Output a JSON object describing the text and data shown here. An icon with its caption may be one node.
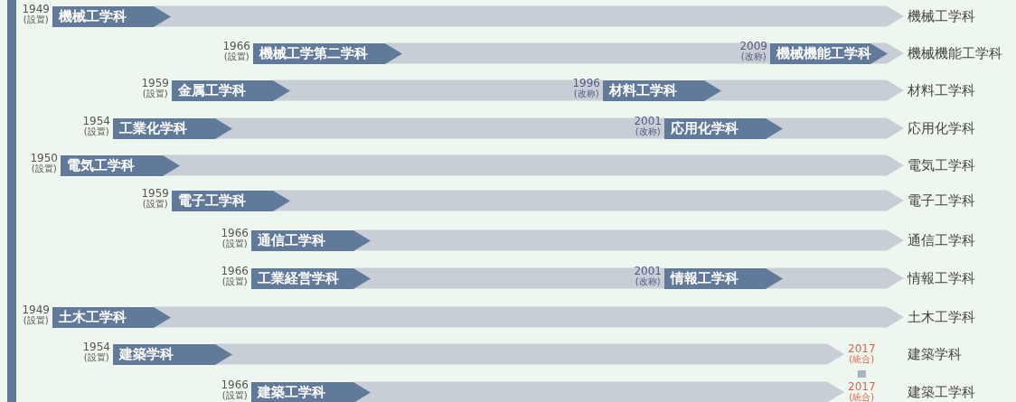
{
  "diagram": {
    "nodes": [
      {
        "text": [
          "機械工学科"
        ],
        "beside": [
          "1949",
          "(設置)"
        ]
      },
      {
        "text": [
          "機械工学科"
        ]
      },
      {
        "text": [
          "機械工学第二学科"
        ],
        "beside": [
          "1966",
          "(設置)"
        ]
      },
      {
        "text": [
          "機械機能工学科"
        ],
        "beside": [
          "2009",
          "(改称)"
        ]
      },
      {
        "text": [
          "機械機能工学科"
        ]
      },
      {
        "text": [
          "金属工学科"
        ],
        "beside": [
          "1959",
          "(設置)"
        ]
      },
      {
        "text": [
          "材料工学科"
        ],
        "beside": [
          "1996",
          "(改称)"
        ]
      },
      {
        "text": [
          "材料工学科"
        ]
      },
      {
        "text": [
          "工業化学科"
        ],
        "beside": [
          "1954",
          "(設置)"
        ]
      },
      {
        "text": [
          "応用化学科"
        ],
        "beside": [
          "2001",
          "(改称)"
        ]
      },
      {
        "text": [
          "応用化学科"
        ]
      },
      {
        "text": [
          "電気工学科"
        ],
        "beside": [
          "1950",
          "(設置)"
        ]
      },
      {
        "text": [
          "電気工学科"
        ]
      },
      {
        "text": [
          "電子工学科"
        ],
        "beside": [
          "1959",
          "(設置)"
        ]
      },
      {
        "text": [
          "電子工学科"
        ]
      },
      {
        "text": [
          "通信工学科"
        ],
        "beside": [
          "1966",
          "(設置)"
        ]
      },
      {
        "text": [
          "通信工学科"
        ]
      },
      {
        "text": [
          "工業経営学科"
        ],
        "beside": [
          "1966",
          "(設置)"
        ]
      },
      {
        "text": [
          "情報工学科"
        ],
        "beside": [
          "2001",
          "(改称)"
        ]
      },
      {
        "text": [
          "情報工学科"
        ]
      },
      {
        "text": [
          "土木工学科"
        ],
        "beside": [
          "1949",
          "(設置)"
        ]
      },
      {
        "text": [
          "土木工学科"
        ]
      },
      {
        "text": [
          "建築学科"
        ],
        "beside": [
          "1954",
          "(設置)"
        ]
      },
      {
        "text": [
          "2017",
          "(統合)"
        ]
      },
      {
        "text": [
          "建築工学科"
        ],
        "beside": [
          "1966",
          "(設置)"
        ]
      },
      {
        "text": [
          "2017",
          "(統合)"
        ]
      }
    ],
    "edges": [
      {
        "from": 0,
        "to": 1,
        "arrow": "to"
      },
      {
        "from": 2,
        "to": 3,
        "arrow": "none"
      },
      {
        "from": 3,
        "to": 4,
        "arrow": "to"
      },
      {
        "from": 5,
        "to": 6,
        "arrow": "none"
      },
      {
        "from": 6,
        "to": 7,
        "arrow": "to"
      },
      {
        "from": 8,
        "to": 9,
        "arrow": "none"
      },
      {
        "from": 9,
        "to": 10,
        "arrow": "to"
      },
      {
        "from": 11,
        "to": 12,
        "arrow": "to"
      },
      {
        "from": 13,
        "to": 14,
        "arrow": "to"
      },
      {
        "from": 15,
        "to": 16,
        "arrow": "to"
      },
      {
        "from": 17,
        "to": 18,
        "arrow": "none"
      },
      {
        "from": 18,
        "to": 19,
        "arrow": "to"
      },
      {
        "from": 20,
        "to": 21,
        "arrow": "to"
      },
      {
        "from": 22,
        "to": 23,
        "arrow": "to"
      },
      {
        "from": 24,
        "to": 25,
        "arrow": "to"
      },
      {
        "from": 23,
        "to": 25,
        "arrow": "none",
        "color": "#a9b2bf"
      }
    ],
    "labels": [
      "建築学科",
      "建築工学科"
    ]
  }
}
